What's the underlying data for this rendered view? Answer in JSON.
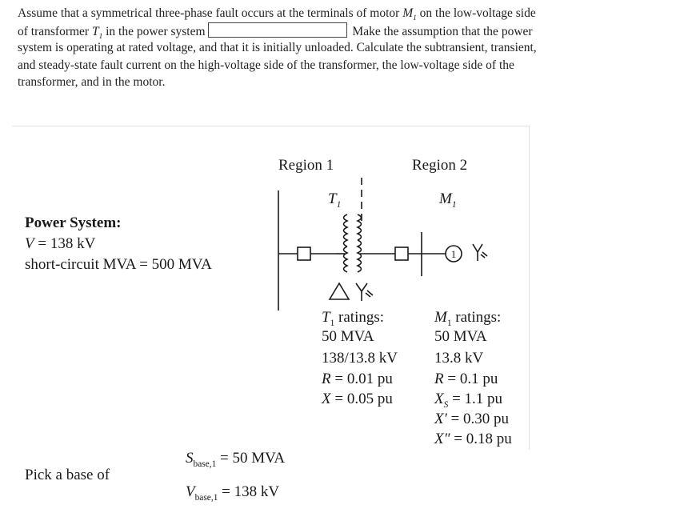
{
  "problem": {
    "line1_a": "Assume that a symmetrical three-phase fault occurs at the terminals of motor",
    "line1_var": "M",
    "line1_sub": "1",
    "line1_b": "on the low-voltage side",
    "line2_a": "of transformer",
    "line2_var": "T",
    "line2_sub": "1",
    "line2_b": "in the power system",
    "line2_c": "Make the assumption that the power",
    "line3": "system is operating at rated voltage, and that it is initially unloaded. Calculate the subtransient, transient,",
    "line4": "and steady-state fault current on the high-voltage side of the transformer, the low-voltage side of the",
    "line5": "transformer, and in the motor."
  },
  "diagram": {
    "region1": "Region 1",
    "region2": "Region 2",
    "t1_label_var": "T",
    "t1_label_sub": "1",
    "m1_label_var": "M",
    "m1_label_sub": "1",
    "motor_number": "1",
    "power_system": {
      "title": "Power System:",
      "voltage_var": "V",
      "voltage_val": " = 138 kV",
      "sc_mva": "short-circuit MVA = 500 MVA"
    },
    "t1_ratings": {
      "head_var": "T",
      "head_sub": "1",
      "head_rest": " ratings:",
      "mva": "50 MVA",
      "kv": "138/13.8 kV",
      "r_var": "R",
      "r_val": " = 0.01 pu",
      "x_var": "X",
      "x_val": " = 0.05 pu"
    },
    "m1_ratings": {
      "head_var": "M",
      "head_sub": "1",
      "head_rest": " ratings:",
      "mva": "50 MVA",
      "kv": "13.8 kV",
      "r_var": "R",
      "r_val": " = 0.1 pu",
      "xs_var": "X",
      "xs_sub": "S",
      "xs_val": " = 1.1 pu",
      "xp_var": "X′",
      "xp_val": " = 0.30 pu",
      "xpp_var": "X″",
      "xpp_val": " = 0.18 pu"
    }
  },
  "base": {
    "pick": "Pick a base of",
    "s_var": "S",
    "s_sub": "base,1",
    "s_val": " = 50 MVA",
    "v_var": "V",
    "v_sub": "base,1",
    "v_val": " = 138 kV"
  }
}
